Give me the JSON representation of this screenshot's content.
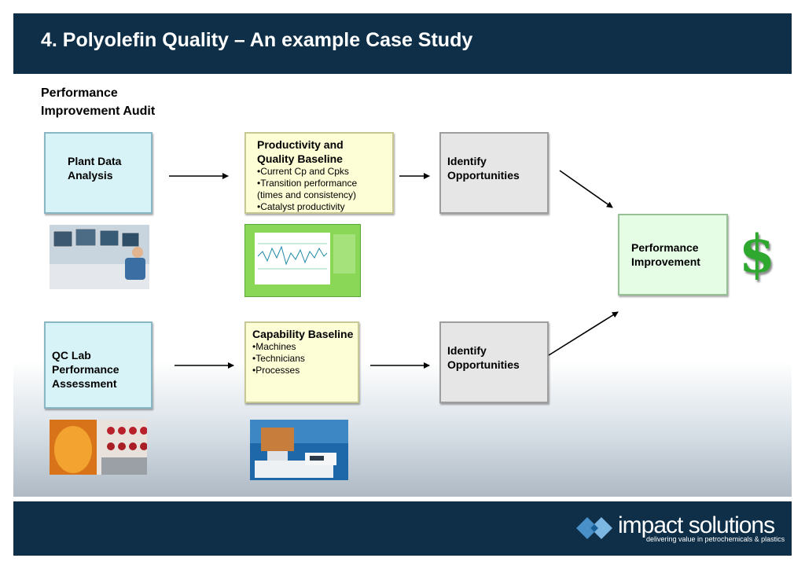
{
  "header": {
    "title": "4. Polyolefin Quality – An example Case Study"
  },
  "subtitle": {
    "line1": "Performance",
    "line2": "Improvement Audit"
  },
  "row1": {
    "plant_data": {
      "line1": "Plant Data",
      "line2": "Analysis"
    },
    "baseline": {
      "title_line1": "Productivity and",
      "title_line2": "Quality Baseline",
      "bullets": [
        "•Current Cp and Cpks",
        "•Transition performance",
        "(times and consistency)",
        "•Catalyst productivity"
      ]
    },
    "identify": {
      "line1": "Identify",
      "line2": "Opportunities"
    }
  },
  "row2": {
    "qc_lab": {
      "line1": "QC Lab",
      "line2": "Performance",
      "line3": "Assessment"
    },
    "capability": {
      "title": "Capability Baseline",
      "bullets": [
        "•Machines",
        "•Technicians",
        "•Processes"
      ]
    },
    "identify": {
      "line1": "Identify",
      "line2": "Opportunities"
    }
  },
  "performance": {
    "line1": "Performance",
    "line2": "Improvement"
  },
  "dollar_symbol": "$",
  "footer": {
    "logo_word": "impact solutions",
    "logo_tagline": "delivering value in petrochemicals & plastics"
  },
  "colors": {
    "navy": "#0e2f47",
    "box_blue": "#d8f3f7",
    "box_yellow": "#fdfdd6",
    "box_grey": "#e6e6e6",
    "box_green": "#e4fde4",
    "dollar_green": "#2fa82f"
  }
}
